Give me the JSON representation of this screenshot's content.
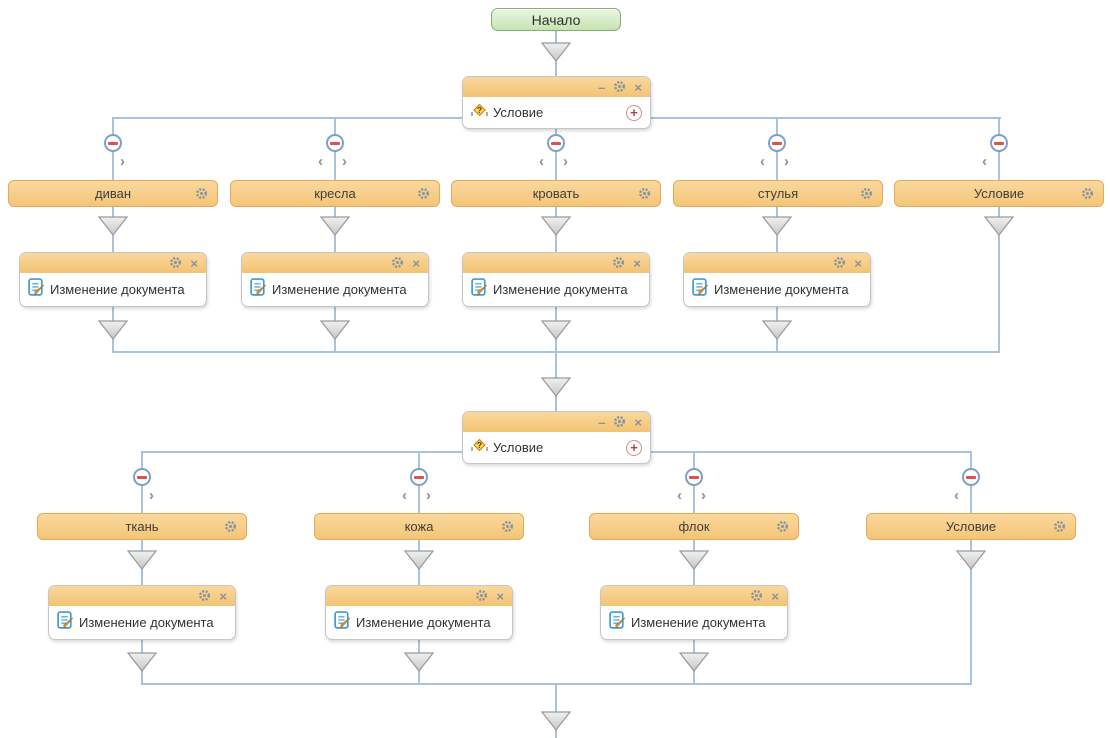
{
  "start": {
    "label": "Начало"
  },
  "controls": {
    "minimize": "–",
    "close": "×",
    "add": "+",
    "chevron_left": "‹",
    "chevron_right": "›"
  },
  "icons": {
    "gear": "gear-icon",
    "condition": "condition-question-icon",
    "document_edit": "document-edit-icon",
    "collapse": "collapse-minus-icon",
    "arrow": "arrow-down-connector"
  },
  "colors": {
    "accent_orange": "#F5C87E",
    "orange_border": "#E4AA58",
    "connector_blue": "#A9C3DB",
    "start_green": "#C7E4B2",
    "start_border": "#86AF6B",
    "minus_red": "#E34F4F",
    "plus_red": "#C43A3A",
    "icon_gray": "#8493A0"
  },
  "groups": [
    {
      "condition": {
        "label": "Условие"
      },
      "branches": [
        {
          "label": "диван",
          "action": {
            "label": "Изменение документа"
          }
        },
        {
          "label": "кресла",
          "action": {
            "label": "Изменение документа"
          }
        },
        {
          "label": "кровать",
          "action": {
            "label": "Изменение документа"
          }
        },
        {
          "label": "стулья",
          "action": {
            "label": "Изменение документа"
          }
        },
        {
          "label": "Условие",
          "action": null
        }
      ]
    },
    {
      "condition": {
        "label": "Условие"
      },
      "branches": [
        {
          "label": "ткань",
          "action": {
            "label": "Изменение документа"
          }
        },
        {
          "label": "кожа",
          "action": {
            "label": "Изменение документа"
          }
        },
        {
          "label": "флок",
          "action": {
            "label": "Изменение документа"
          }
        },
        {
          "label": "Условие",
          "action": null
        }
      ]
    }
  ]
}
